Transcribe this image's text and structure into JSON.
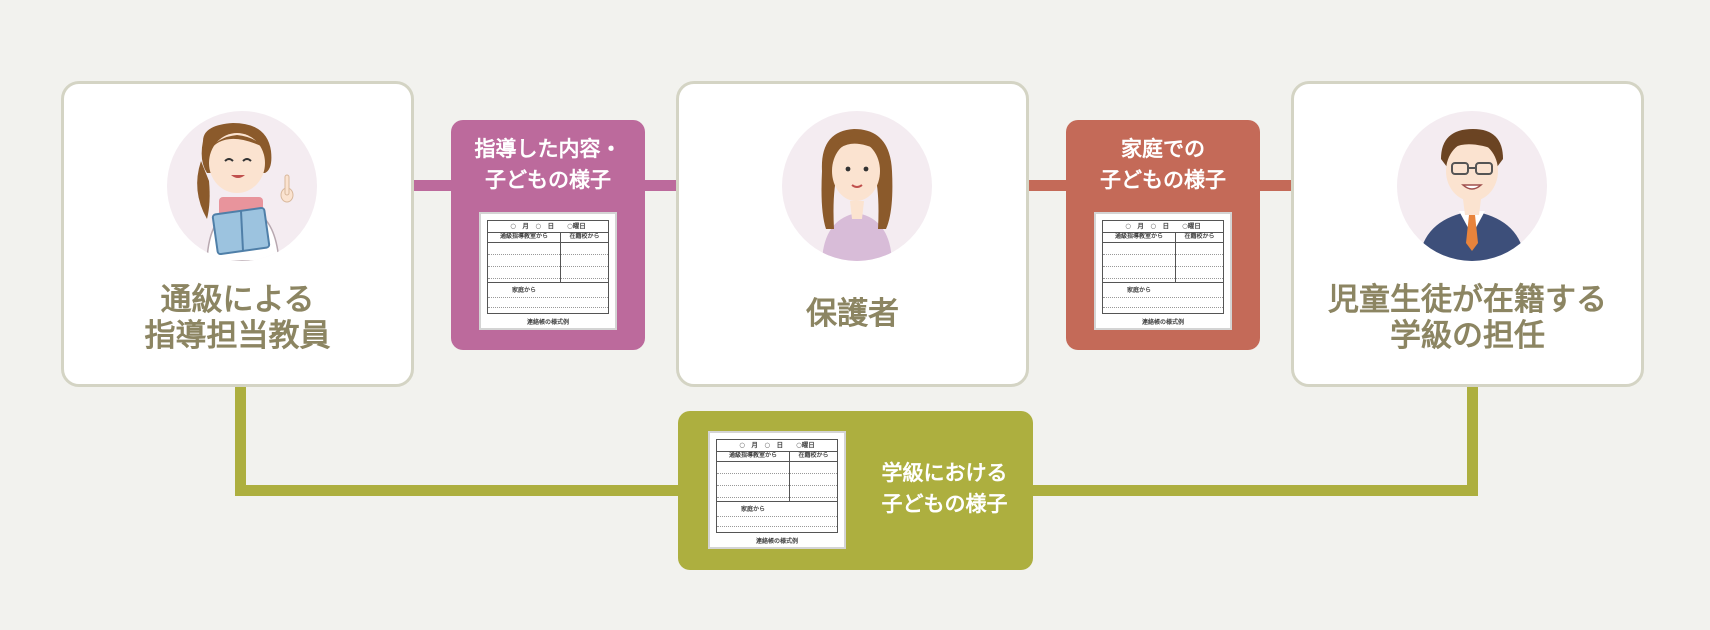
{
  "nodes": {
    "teacher": {
      "line1": "通級による",
      "line2": "指導担当教員",
      "icon": "teacher-icon"
    },
    "guardian": {
      "label": "保護者",
      "icon": "guardian-icon"
    },
    "homeroom": {
      "line1": "児童生徒が在籍する",
      "line2": "学級の担任",
      "icon": "homeroom-teacher-icon"
    }
  },
  "flows": {
    "teacher_to_guardian": {
      "line1": "指導した内容・",
      "line2": "子どもの様子",
      "color": "#bc6a9c"
    },
    "guardian_to_homeroom": {
      "line1": "家庭での",
      "line2": "子どもの様子",
      "color": "#c46a58"
    },
    "homeroom_to_teacher": {
      "line1": "学級における",
      "line2": "子どもの様子",
      "color": "#adaf3f"
    }
  },
  "form": {
    "date": "○　月　○　日　　○曜日",
    "col_left": "通級指導教室から",
    "col_right": "在籍校から",
    "home": "家庭から",
    "footer": "連絡帳の様式例"
  },
  "colors": {
    "card_border": "#d4d4c4",
    "card_text": "#8c8562",
    "background": "#f2f2ee"
  }
}
